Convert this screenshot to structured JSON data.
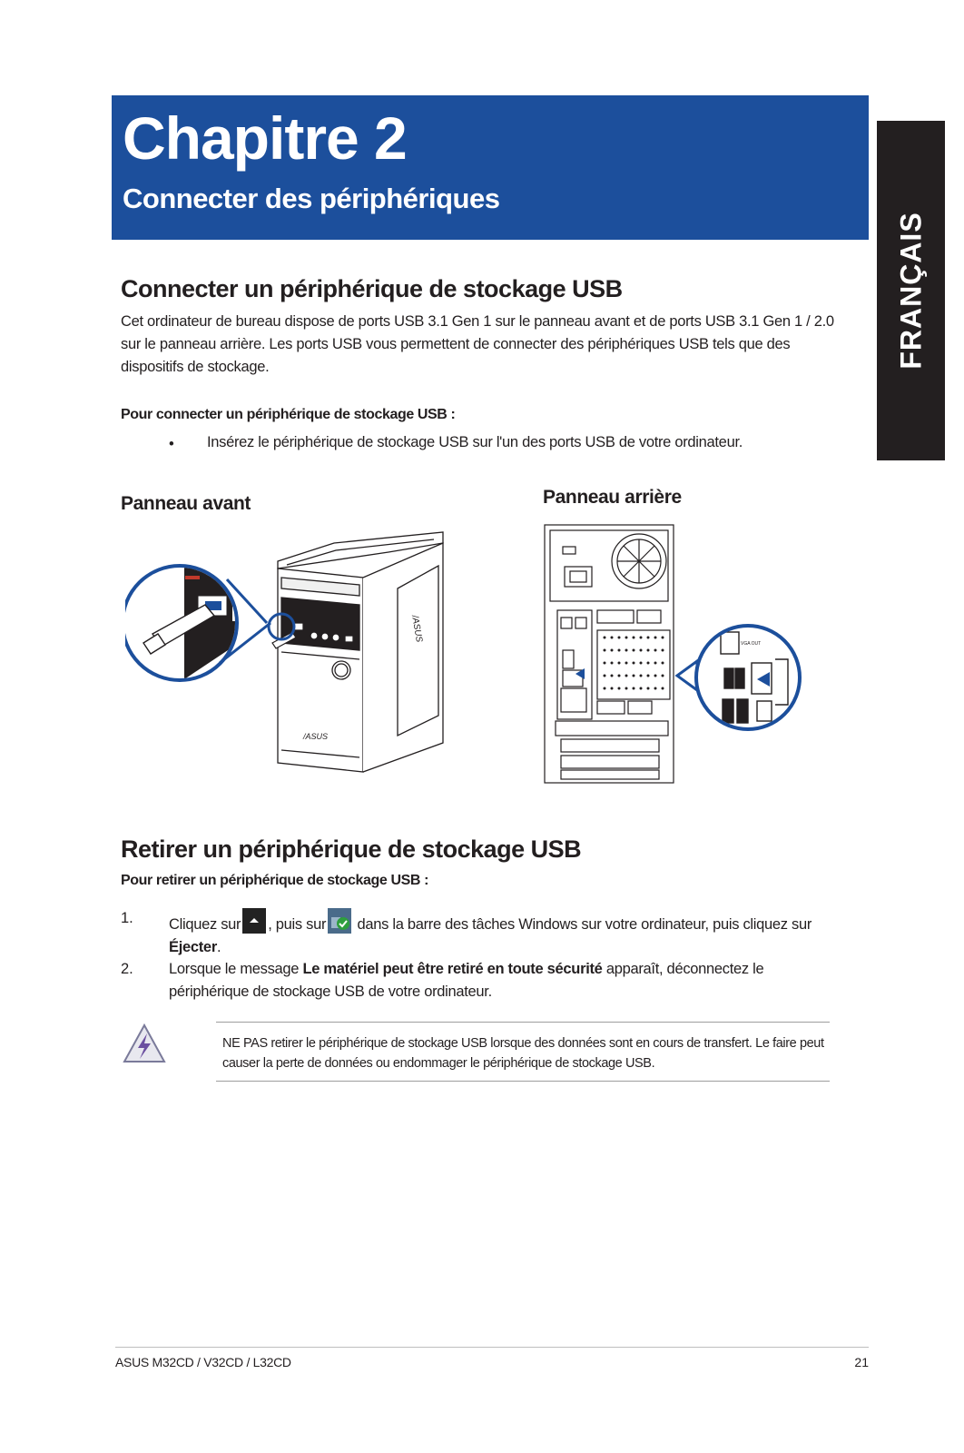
{
  "banner": {
    "title": "Chapitre 2",
    "subtitle": "Connecter des périphériques",
    "color": "#1c4f9c"
  },
  "side_tab": {
    "label": "FRANÇAIS"
  },
  "section_connect": {
    "heading": "Connecter un périphérique de stockage USB",
    "intro": "Cet ordinateur de bureau dispose de ports USB 3.1 Gen 1 sur le panneau avant et de ports USB 3.1 Gen 1 / 2.0 sur le panneau arrière. Les ports USB vous permettent de connecter des périphériques USB tels que des dispositifs de stockage.",
    "procedure_label": "Pour connecter un périphérique de stockage USB :",
    "bullet": "•",
    "step": "Insérez le périphérique de stockage USB sur l'un des ports USB de votre ordinateur."
  },
  "figures": {
    "front_label": "Panneau avant",
    "rear_label": "Panneau arrière",
    "front_logo": "/ASUS",
    "rear_port_label": "VGA OUT"
  },
  "section_remove": {
    "heading": "Retirer un périphérique de stockage USB",
    "procedure_label": "Pour retirer un périphérique de stockage USB :",
    "steps": [
      {
        "num": "1.",
        "part1": "Cliquez sur",
        "part2": ", puis sur",
        "part3": " dans la barre des tâches Windows sur votre ordinateur, puis cliquez sur ",
        "bold": "Éjecter",
        "part4": "."
      },
      {
        "num": "2.",
        "part1": "Lorsque le message ",
        "bold": "Le matériel peut être retiré en toute sécurité",
        "part2": " apparaît, déconnectez le périphérique de stockage USB de votre ordinateur."
      }
    ],
    "icons": [
      "tray-arrow-icon",
      "safely-remove-hardware-icon"
    ]
  },
  "note": {
    "text": "NE PAS retirer le périphérique de stockage USB lorsque des données sont en cours de transfert. Le faire peut causer la perte de données ou endommager le périphérique de stockage USB.",
    "icon": "warning-triangle-icon"
  },
  "footer": {
    "model": "ASUS M32CD / V32CD / L32CD",
    "page": "21"
  }
}
